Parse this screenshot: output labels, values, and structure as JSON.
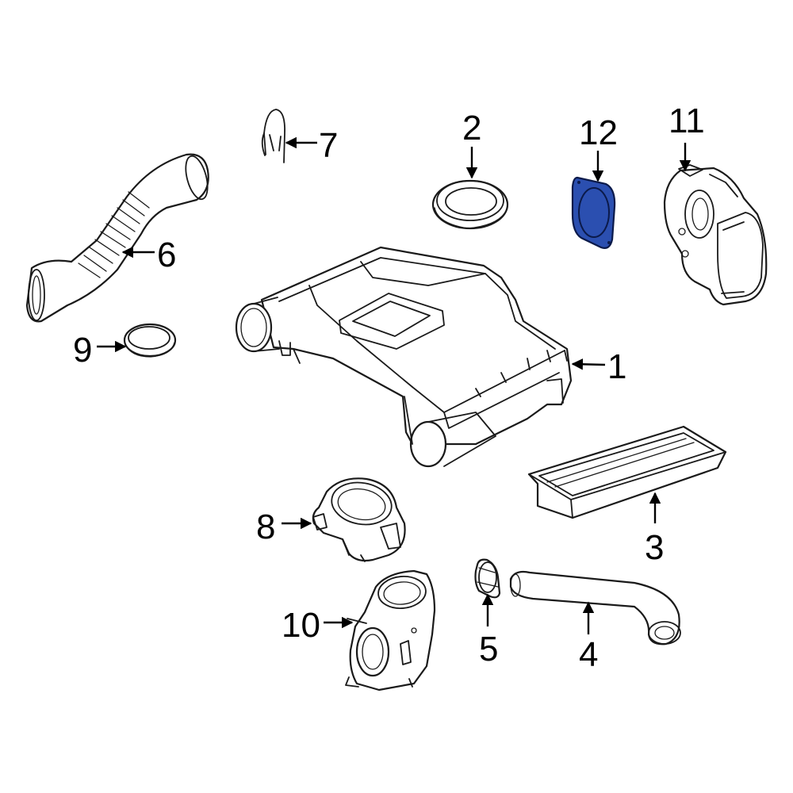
{
  "callouts": [
    {
      "id": "1",
      "label": "1"
    },
    {
      "id": "2",
      "label": "2"
    },
    {
      "id": "3",
      "label": "3"
    },
    {
      "id": "4",
      "label": "4"
    },
    {
      "id": "5",
      "label": "5"
    },
    {
      "id": "6",
      "label": "6"
    },
    {
      "id": "7",
      "label": "7"
    },
    {
      "id": "8",
      "label": "8"
    },
    {
      "id": "9",
      "label": "9"
    },
    {
      "id": "10",
      "label": "10"
    },
    {
      "id": "11",
      "label": "11"
    },
    {
      "id": "12",
      "label": "12"
    }
  ],
  "highlight": {
    "part": "12",
    "color": "#2b4fb0",
    "outline": "#0b1a4a"
  }
}
